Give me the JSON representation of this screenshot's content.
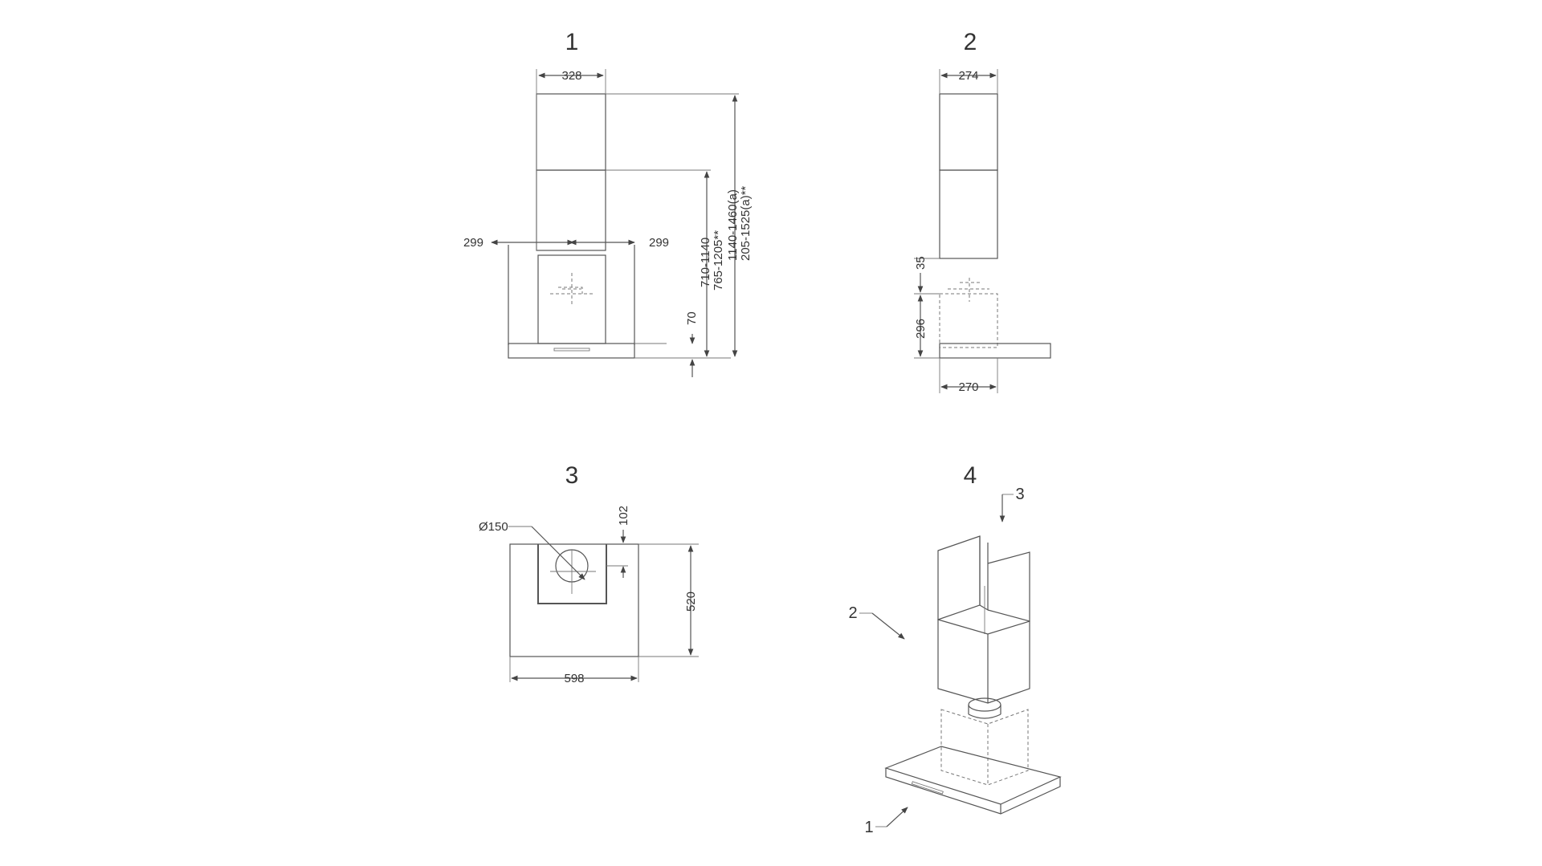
{
  "views": [
    {
      "id": "front",
      "label": "1"
    },
    {
      "id": "side",
      "label": "2"
    },
    {
      "id": "top",
      "label": "3"
    },
    {
      "id": "isometric",
      "label": "4"
    }
  ],
  "front_view": {
    "width_top": "328",
    "offset_left": "299",
    "offset_right": "299",
    "height_range_1": "710-1140",
    "height_range_2": "765-1205**",
    "height_range_3": "1140-1460(a)",
    "height_range_4": "205-1525(a)**",
    "canopy_height": "70"
  },
  "side_view": {
    "width_top": "274",
    "gap": "35",
    "motor_height": "296",
    "width_bottom": "270"
  },
  "top_view": {
    "duct_diameter": "Ø150",
    "offset_top": "102",
    "depth": "520",
    "width": "598"
  },
  "isometric_view": {
    "callout_1": "1",
    "callout_2": "2",
    "callout_3": "3"
  }
}
